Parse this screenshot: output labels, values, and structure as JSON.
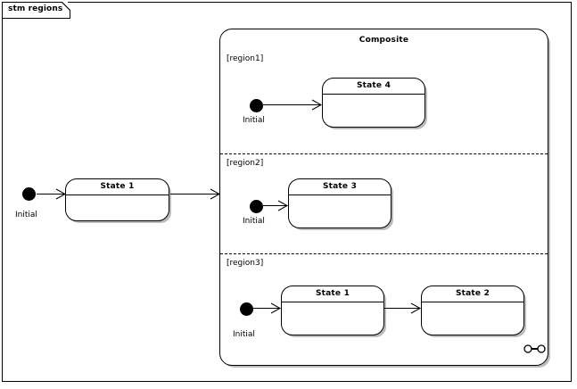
{
  "diagram": {
    "frame_label": "stm regions",
    "type": "uml-state-machine"
  },
  "top_level": {
    "initial": {
      "label": "Initial"
    },
    "state1": {
      "title": "State 1"
    }
  },
  "composite": {
    "title": "Composite",
    "decomposition_icon": "hidden-decomposition-icon",
    "regions": [
      {
        "label": "[region1]",
        "initial": {
          "label": "Initial"
        },
        "states": [
          {
            "title": "State 4"
          }
        ]
      },
      {
        "label": "[region2]",
        "initial": {
          "label": "Initial"
        },
        "states": [
          {
            "title": "State 3"
          }
        ]
      },
      {
        "label": "[region3]",
        "initial": {
          "label": "Initial"
        },
        "states": [
          {
            "title": "State 1"
          },
          {
            "title": "State 2"
          }
        ]
      }
    ]
  },
  "colors": {
    "line": "#000000",
    "background": "#ffffff",
    "shadow": "#969696"
  }
}
